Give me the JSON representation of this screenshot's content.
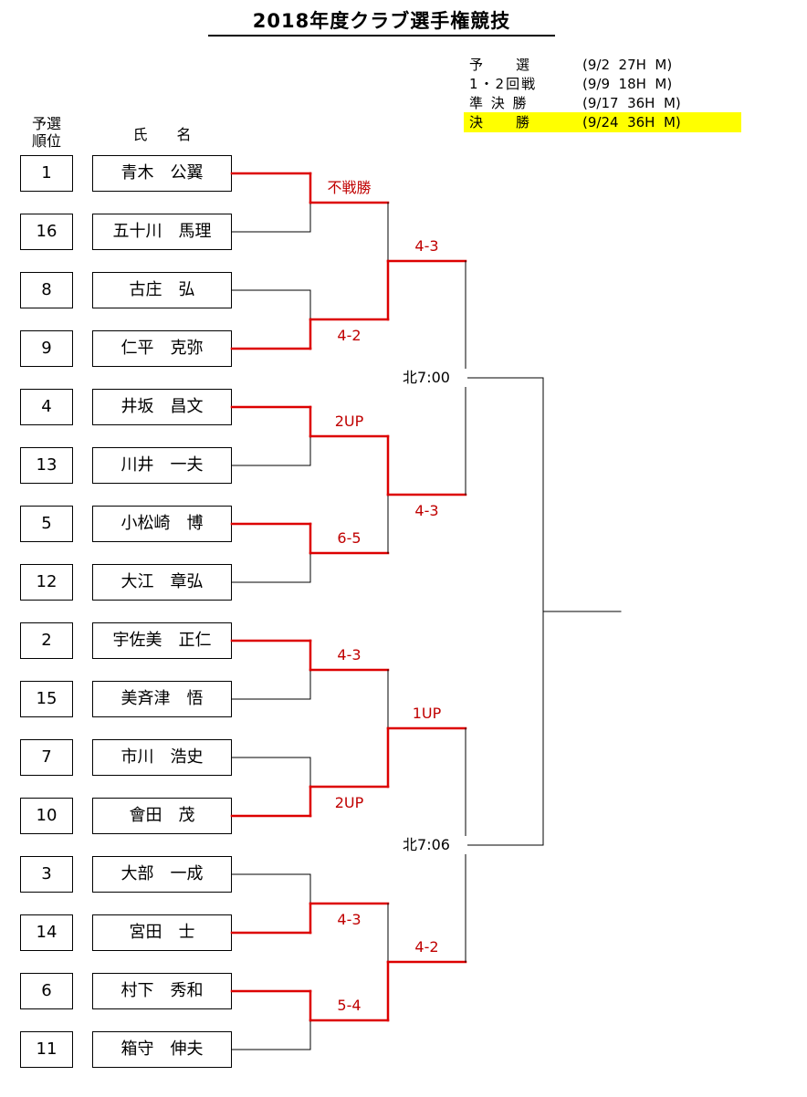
{
  "title": "2018年度クラブ選手権競技",
  "schedule": [
    {
      "label": "予　　選",
      "value": "(9/2  27H  M)",
      "highlight": false
    },
    {
      "label": "1・2回戦",
      "value": "(9/9  18H  M)",
      "highlight": false
    },
    {
      "label": "準 決 勝",
      "value": "(9/17  36H  M)",
      "highlight": false
    },
    {
      "label": "決　　勝",
      "value": "(9/24  36H  M)",
      "highlight": true
    }
  ],
  "headers": {
    "seed_line1": "予選",
    "seed_line2": "順位",
    "name": "氏　　名"
  },
  "players": [
    {
      "seed": "1",
      "name": "青木　公翼"
    },
    {
      "seed": "16",
      "name": "五十川　馬理"
    },
    {
      "seed": "8",
      "name": "古庄　弘"
    },
    {
      "seed": "9",
      "name": "仁平　克弥"
    },
    {
      "seed": "4",
      "name": "井坂　昌文"
    },
    {
      "seed": "13",
      "name": "川井　一夫"
    },
    {
      "seed": "5",
      "name": "小松崎　博"
    },
    {
      "seed": "12",
      "name": "大江　章弘"
    },
    {
      "seed": "2",
      "name": "宇佐美　正仁"
    },
    {
      "seed": "15",
      "name": "美斉津　悟"
    },
    {
      "seed": "7",
      "name": "市川　浩史"
    },
    {
      "seed": "10",
      "name": "會田　茂"
    },
    {
      "seed": "3",
      "name": "大部　一成"
    },
    {
      "seed": "14",
      "name": "宮田　士"
    },
    {
      "seed": "6",
      "name": "村下　秀和"
    },
    {
      "seed": "11",
      "name": "箱守　伸夫"
    }
  ],
  "round1": [
    {
      "winner": 0,
      "score": "不戦勝"
    },
    {
      "winner": 1,
      "score": "4-2"
    },
    {
      "winner": 0,
      "score": "2UP"
    },
    {
      "winner": 0,
      "score": "6-5"
    },
    {
      "winner": 0,
      "score": "4-3"
    },
    {
      "winner": 1,
      "score": "2UP"
    },
    {
      "winner": 1,
      "score": "4-3"
    },
    {
      "winner": 0,
      "score": "5-4"
    }
  ],
  "round2": [
    {
      "winner": 1,
      "score": "4-3"
    },
    {
      "winner": 0,
      "score": "4-3"
    },
    {
      "winner": 1,
      "score": "1UP"
    },
    {
      "winner": 1,
      "score": "4-2"
    }
  ],
  "venues": [
    "北7:00",
    "北7:06"
  ],
  "colors": {
    "win": "#dd0000",
    "line": "#000000",
    "highlight": "#ffff00",
    "score": "#c00000"
  }
}
